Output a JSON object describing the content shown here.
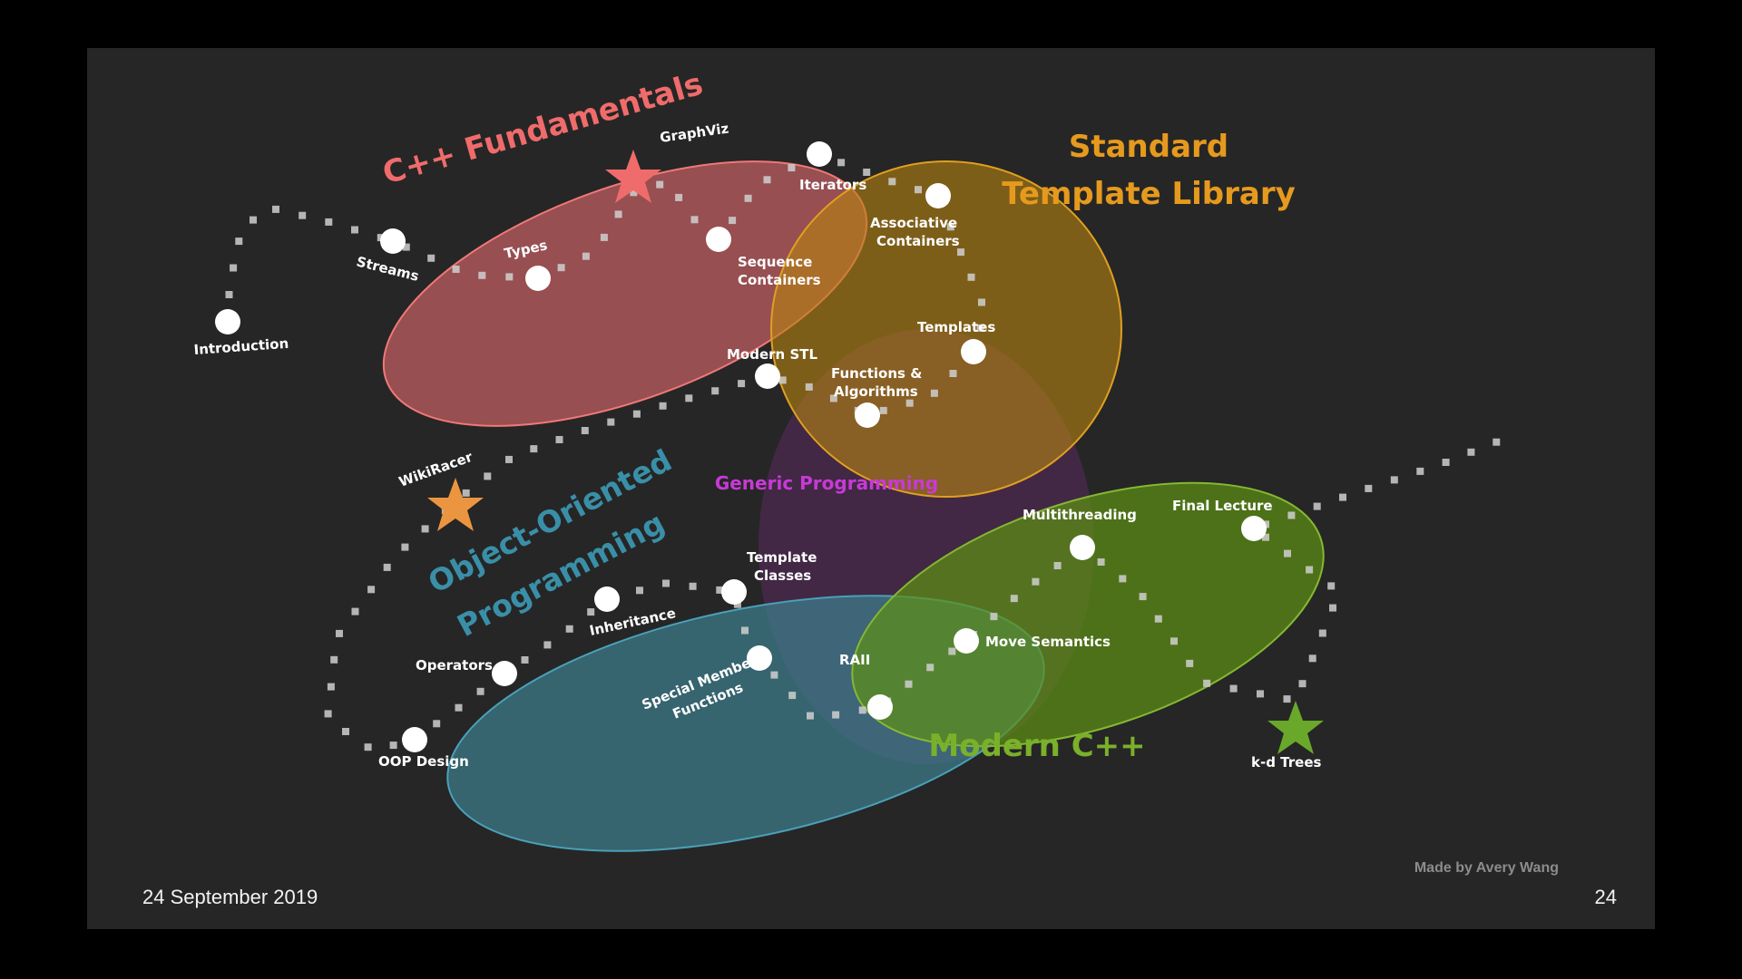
{
  "slide": {
    "date": "24 September 2019",
    "page_number": "24",
    "credit": "Made by Avery Wang",
    "background": "#262626"
  },
  "regions": {
    "fundamentals": {
      "title": "C++ Fundamentals",
      "color": "#f06b6b"
    },
    "stl": {
      "title_line1": "Standard",
      "title_line2": "Template Library",
      "color": "#e69a1d"
    },
    "generic": {
      "title": "Generic Programming",
      "color": "#c83ad6"
    },
    "oop": {
      "title_line1": "Object-Oriented",
      "title_line2": "Programming",
      "color": "#3a8fa8"
    },
    "modern": {
      "title": "Modern C++",
      "color": "#7ab02a"
    }
  },
  "nodes": {
    "introduction": "Introduction",
    "streams": "Streams",
    "types": "Types",
    "graphviz": "GraphViz",
    "sequence_line1": "Sequence",
    "sequence_line2": "Containers",
    "iterators": "Iterators",
    "associative_line1": "Associative",
    "associative_line2": "Containers",
    "templates": "Templates",
    "modern_stl": "Modern STL",
    "functions_line1": "Functions &",
    "functions_line2": "Algorithms",
    "wikiracer": "WikiRacer",
    "template_classes_line1": "Template",
    "template_classes_line2": "Classes",
    "inheritance": "Inheritance",
    "operators": "Operators",
    "special_line1": "Special Member",
    "special_line2": "Functions",
    "oop_design": "OOP Design",
    "raii": "RAII",
    "move_semantics": "Move Semantics",
    "multithreading": "Multithreading",
    "final_lecture": "Final Lecture",
    "kd_trees": "k-d Trees"
  },
  "colors": {
    "node": "#ffffff",
    "path_dots": "#cfcfcf",
    "graphviz_star": "#f06b6b",
    "wikiracer_star": "#ec9540",
    "kd_star": "#6aa82c",
    "generic_title": "#c83ad6",
    "fundamentals_title": "#f06b6b",
    "stl_title": "#e69a1d",
    "oop_title": "#3a8fa8",
    "modern_title": "#7ab02a"
  }
}
